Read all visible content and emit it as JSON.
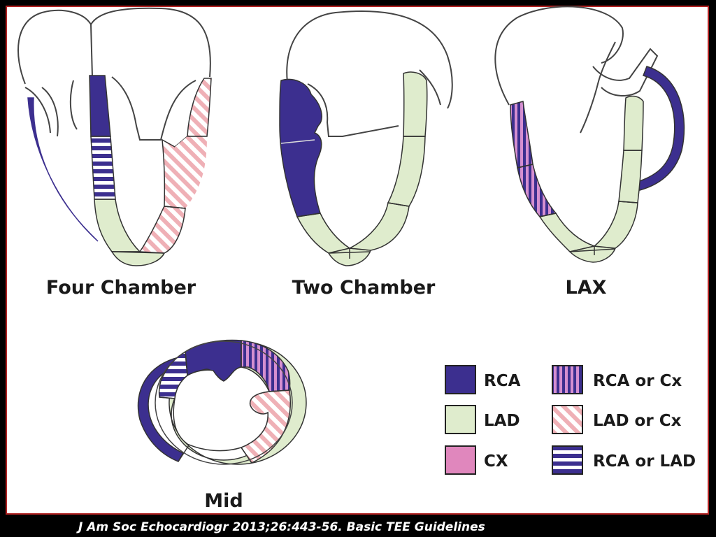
{
  "views": {
    "four_chamber": "Four Chamber",
    "two_chamber": "Two Chamber",
    "lax": "LAX",
    "mid": "Mid"
  },
  "legend": [
    {
      "label": "RCA",
      "pattern": "solid-navy"
    },
    {
      "label": "LAD",
      "pattern": "solid-green"
    },
    {
      "label": "CX",
      "pattern": "solid-pink"
    },
    {
      "label": "RCA or Cx",
      "pattern": "vertical-stripes"
    },
    {
      "label": "LAD or Cx",
      "pattern": "diagonal-stripes"
    },
    {
      "label": "RCA or LAD",
      "pattern": "horizontal-stripes"
    }
  ],
  "colors": {
    "rca": "#3c2f8f",
    "lad": "#dfeccd",
    "cx": "#e087bd",
    "rca_or_cx_stripe": "#d58fd0",
    "lad_or_cx_stripe": "#efb0b6",
    "frame": "#b22222",
    "background": "#000000"
  },
  "citation": "J Am Soc Echocardiogr 2013;26:443-56.  Basic TEE Guidelines"
}
